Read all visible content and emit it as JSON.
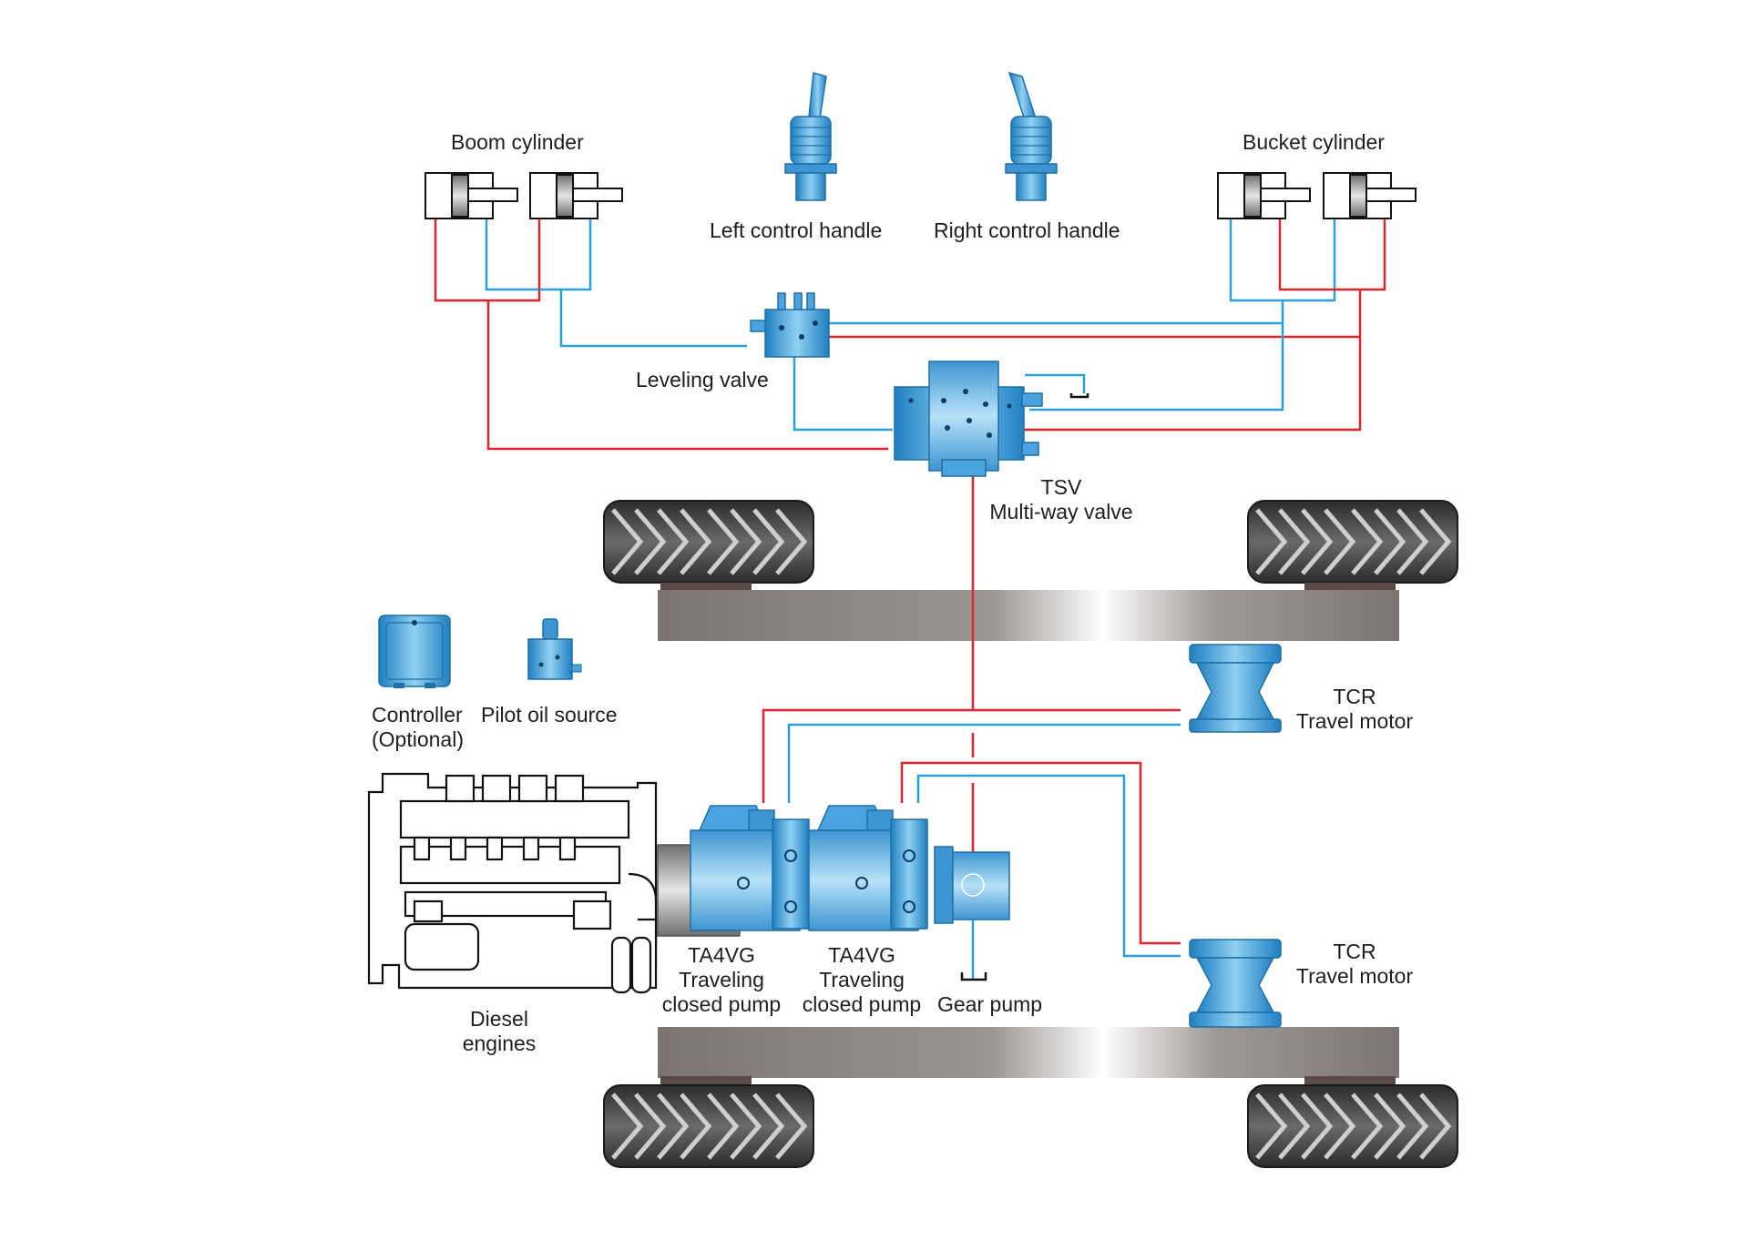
{
  "labels": {
    "boom_cylinder": "Boom cylinder",
    "bucket_cylinder": "Bucket cylinder",
    "left_handle": "Left control handle",
    "right_handle": "Right control handle",
    "leveling_valve": "Leveling valve",
    "tsv_line1": "TSV",
    "tsv_line2": "Multi-way valve",
    "controller_line1": "Controller",
    "controller_line2": "(Optional)",
    "pilot_oil": "Pilot oil source",
    "tcr_top_line1": "TCR",
    "tcr_top_line2": "Travel motor",
    "tcr_bot_line1": "TCR",
    "tcr_bot_line2": "Travel motor",
    "pump1_line1": "TA4VG",
    "pump1_line2": "Traveling",
    "pump1_line3": "closed pump",
    "pump2_line1": "TA4VG",
    "pump2_line2": "Traveling",
    "pump2_line3": "closed pump",
    "gear_pump": "Gear pump",
    "engine_line1": "Diesel",
    "engine_line2": "engines"
  },
  "colors": {
    "pressure_line": "#e2232a",
    "return_line": "#2aa0dd",
    "component_blue": "#4aa3dc",
    "axle_grey": "#8a8584",
    "tire_dark": "#3a3a3a",
    "outline": "#111111"
  }
}
